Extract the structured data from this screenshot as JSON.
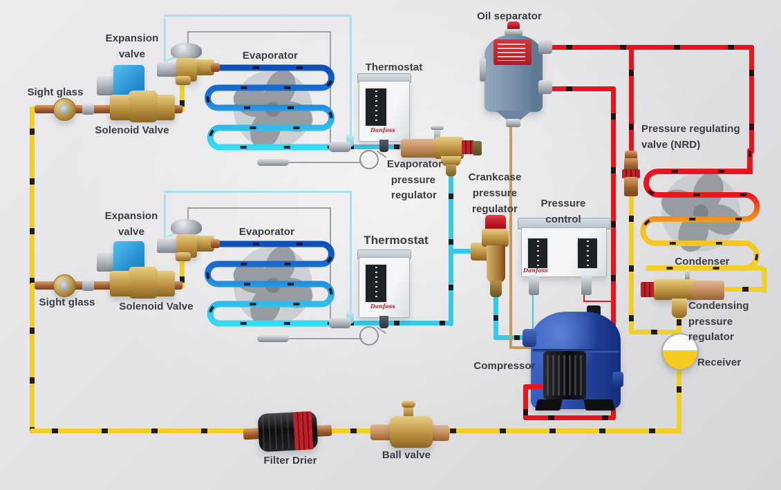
{
  "diagram": {
    "type": "refrigeration-system-schematic",
    "brand": "Danfoss",
    "colors": {
      "liquid_line": "#f2cf25",
      "discharge_line": "#e8151d",
      "suction_line": "#38c9e9",
      "oil_return_line": "#c9995c",
      "capillary_line": "#a9e2ee",
      "sensor_line": "#9aa0a6",
      "background": "#e4e4e6"
    },
    "components": {
      "sight_glass_1": {
        "label": "Sight glass"
      },
      "expansion_valve_1": {
        "label_l1": "Expansion",
        "label_l2": "valve"
      },
      "solenoid_valve_1": {
        "label": "Solenoid Valve"
      },
      "evaporator_1": {
        "label": "Evaporator"
      },
      "thermostat_1": {
        "label": "Thermostat"
      },
      "evaporator_pressure_regulator": {
        "label_l1": "Evaporator",
        "label_l2": "pressure",
        "label_l3": "regulator"
      },
      "oil_separator": {
        "label": "Oil separator"
      },
      "crankcase_pressure_regulator": {
        "label_l1": "Crankcase",
        "label_l2": "pressure",
        "label_l3": "regulator"
      },
      "pressure_control": {
        "label_l1": "Pressure",
        "label_l2": "control"
      },
      "pressure_regulating_valve": {
        "label_l1": "Pressure regulating",
        "label_l2": "valve (NRD)"
      },
      "condenser": {
        "label": "Condenser"
      },
      "condensing_pressure_regulator": {
        "label_l1": "Condensing",
        "label_l2": "pressure",
        "label_l3": "regulator"
      },
      "receiver": {
        "label": "Receiver"
      },
      "sight_glass_2": {
        "label": "Sight glass"
      },
      "expansion_valve_2": {
        "label_l1": "Expansion",
        "label_l2": "valve"
      },
      "solenoid_valve_2": {
        "label": "Solenoid Valve"
      },
      "evaporator_2": {
        "label": "Evaporator"
      },
      "thermostat_2": {
        "label": "Thermostat"
      },
      "compressor": {
        "label": "Compressor"
      },
      "filter_drier": {
        "label": "Filter Drier"
      },
      "ball_valve": {
        "label": "Ball valve"
      }
    }
  }
}
